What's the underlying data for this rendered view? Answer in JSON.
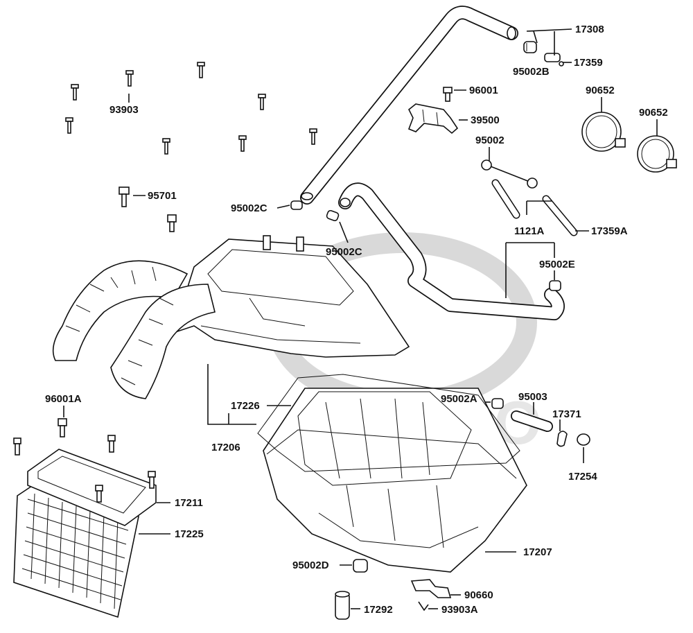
{
  "watermark": "KYMCO",
  "labels": {
    "l17308": "17308",
    "l17359": "17359",
    "l95002B": "95002B",
    "l96001": "96001",
    "l39500": "39500",
    "l95002": "95002",
    "l90652a": "90652",
    "l90652b": "90652",
    "l93903": "93903",
    "l95701": "95701",
    "l95002C_a": "95002C",
    "l95002C_b": "95002C",
    "l17359A": "17359A",
    "l1121A": "1121A",
    "l95002E": "95002E",
    "l96001A": "96001A",
    "l17226": "17226",
    "l17206": "17206",
    "l95002A": "95002A",
    "l95003": "95003",
    "l17371": "17371",
    "l17254": "17254",
    "l17211": "17211",
    "l17225": "17225",
    "l17207": "17207",
    "l95002D": "95002D",
    "l90660": "90660",
    "l17292": "17292",
    "l93903A": "93903A"
  }
}
